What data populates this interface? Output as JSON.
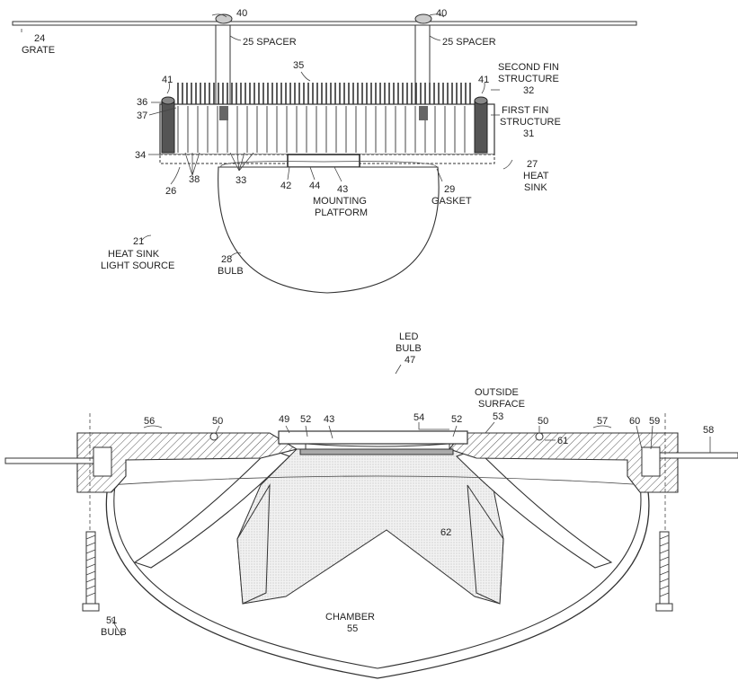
{
  "figure_top": {
    "labels": {
      "grate_num": "24",
      "grate": "GRATE",
      "bolt_left": "40",
      "bolt_right": "40",
      "spacer_left": "25 SPACER",
      "spacer_right": "25 SPACER",
      "fin_tip": "35",
      "second_fin_line1": "SECOND FIN",
      "second_fin_line2": "STRUCTURE",
      "second_fin_num": "32",
      "first_fin_line1": "FIRST FIN",
      "first_fin_line2": "STRUCTURE",
      "first_fin_num": "31",
      "n41_left": "41",
      "n41_right": "41",
      "n36": "36",
      "n37": "37",
      "n34": "34",
      "n26": "26",
      "n38": "38",
      "n33": "33",
      "n42": "42",
      "n44": "44",
      "n43": "43",
      "mounting_line1": "MOUNTING",
      "mounting_line2": "PLATFORM",
      "n29": "29",
      "gasket": "GASKET",
      "n27": "27",
      "heat_line1": "HEAT",
      "heat_line2": "SINK",
      "n21": "21",
      "hsls_line1": "HEAT SINK",
      "hsls_line2": "LIGHT SOURCE",
      "n28": "28",
      "bulb": "BULB"
    }
  },
  "figure_bottom": {
    "labels": {
      "led_line1": "LED",
      "led_line2": "BULB",
      "n47": "47",
      "outside_line1": "OUTSIDE",
      "outside_line2": "SURFACE",
      "n53": "53",
      "n56": "56",
      "n50_left": "50",
      "n49": "49",
      "n52_left": "52",
      "n43": "43",
      "n54": "54",
      "n52_right": "52",
      "n50_right": "50",
      "n61": "61",
      "n57": "57",
      "n60": "60",
      "n59": "59",
      "n58": "58",
      "n62": "62",
      "chamber": "CHAMBER",
      "n55": "55",
      "n51": "51",
      "bulb": "BULB"
    }
  }
}
